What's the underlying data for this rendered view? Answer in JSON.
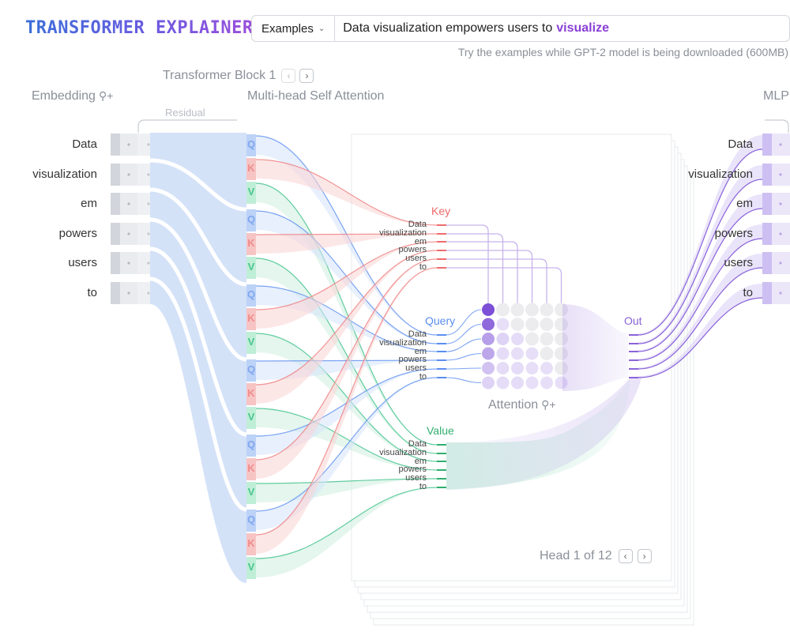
{
  "header": {
    "logo": "TRANSFORMER EXPLAINER",
    "examples_label": "Examples",
    "prompt_text": "Data visualization empowers users to",
    "prompt_highlight": "visualize",
    "hint": "Try the examples while GPT-2 model is being downloaded (600MB)"
  },
  "sections": {
    "embedding": "Embedding",
    "transformer_block": "Transformer Block 1",
    "mhsa": "Multi-head Self Attention",
    "residual": "Residual",
    "mlp": "MLP",
    "key": "Key",
    "query": "Query",
    "value": "Value",
    "out": "Out",
    "attention": "Attention",
    "head_nav": "Head 1 of 12"
  },
  "tokens": [
    "Data",
    "visualization",
    "em",
    "powers",
    "users",
    "to"
  ],
  "qkv_letters": [
    "Q",
    "K",
    "V"
  ],
  "icons": {
    "zoom": "magnify-plus-icon",
    "prev": "chevron-left-icon",
    "next": "chevron-right-icon",
    "dropdown": "chevron-down-icon"
  },
  "colors": {
    "query": "#5b8def",
    "key": "#ef7c7c",
    "value": "#3cc089",
    "out": "#8a63d9",
    "accent": "#8b3fd6"
  },
  "attention_matrix": [
    [
      1.0,
      0.0,
      0.0,
      0.0,
      0.0,
      0.0
    ],
    [
      0.85,
      0.15,
      0.0,
      0.0,
      0.0,
      0.0
    ],
    [
      0.55,
      0.25,
      0.2,
      0.0,
      0.0,
      0.0
    ],
    [
      0.5,
      0.2,
      0.15,
      0.15,
      0.0,
      0.0
    ],
    [
      0.35,
      0.2,
      0.2,
      0.15,
      0.1,
      0.0
    ],
    [
      0.25,
      0.2,
      0.2,
      0.15,
      0.1,
      0.1
    ]
  ]
}
